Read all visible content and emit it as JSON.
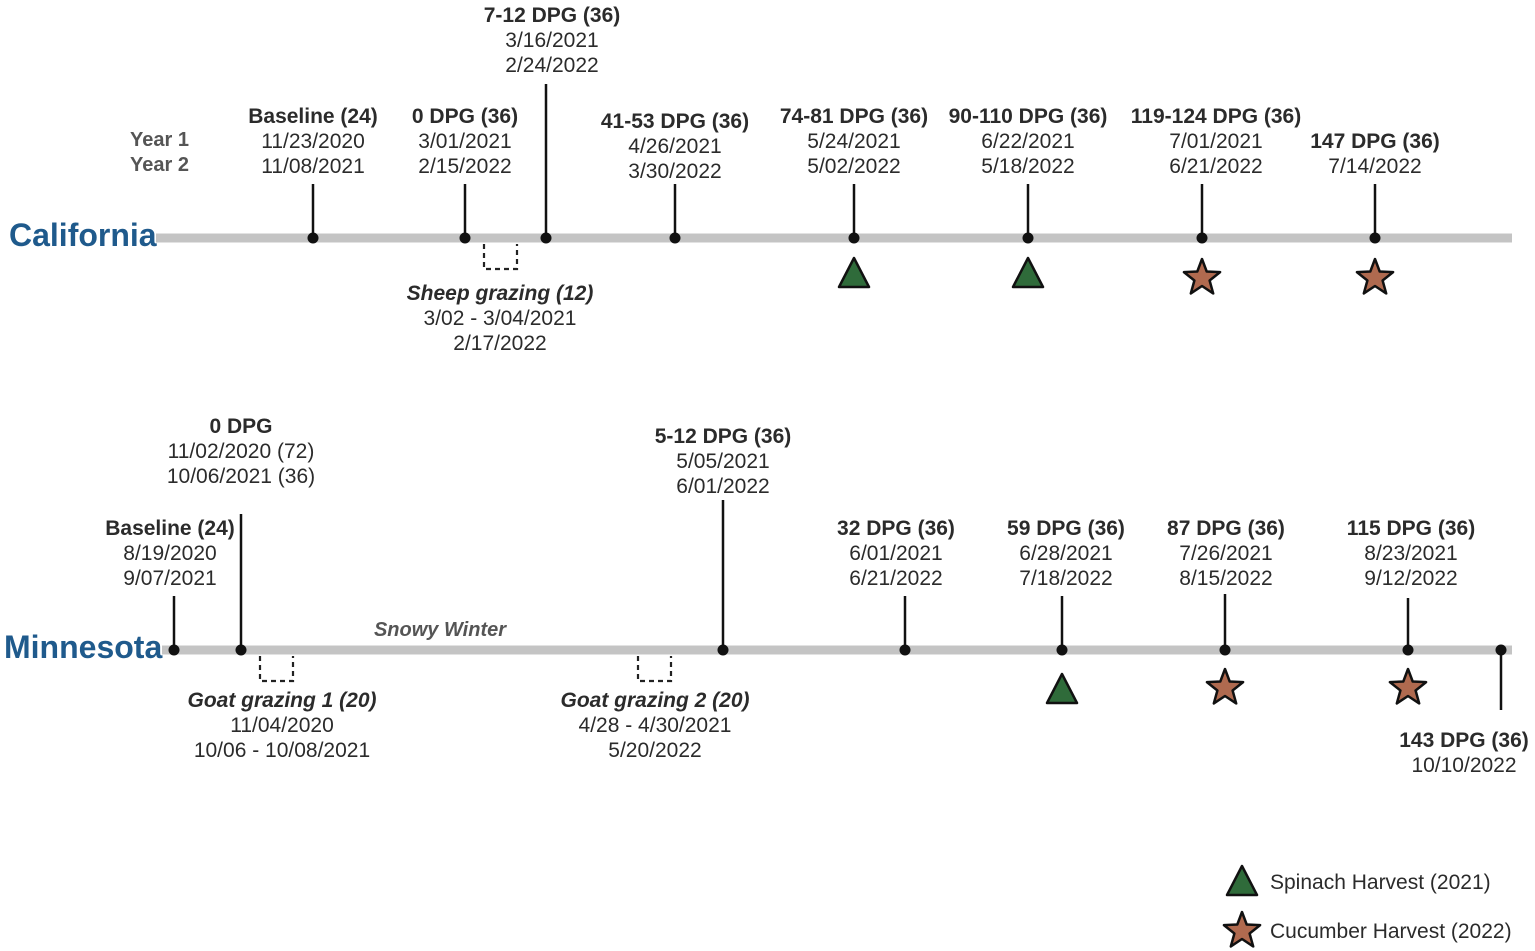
{
  "colors": {
    "axis": "#c4c4c4",
    "stem": "#111111",
    "site": "#1f5a8c",
    "spinach": "#2f6b3a",
    "cucumber": "#b06a4f",
    "text": "#2b2b2b"
  },
  "year_labels": [
    "Year 1",
    "Year 2"
  ],
  "california": {
    "name": "California",
    "events": [
      {
        "id": "ca-baseline",
        "title": "Baseline (24)",
        "dates": [
          "11/23/2020",
          "11/08/2021"
        ],
        "marker": ""
      },
      {
        "id": "ca-0dpg",
        "title": "0 DPG (36)",
        "dates": [
          "3/01/2021",
          "2/15/2022"
        ],
        "marker": ""
      },
      {
        "id": "ca-7-12dpg",
        "title": "7-12 DPG (36)",
        "dates": [
          "3/16/2021",
          "2/24/2022"
        ],
        "marker": ""
      },
      {
        "id": "ca-41-53dpg",
        "title": "41-53 DPG (36)",
        "dates": [
          "4/26/2021",
          "3/30/2022"
        ],
        "marker": ""
      },
      {
        "id": "ca-74-81dpg",
        "title": "74-81 DPG (36)",
        "dates": [
          "5/24/2021",
          "5/02/2022"
        ],
        "marker": "triangle"
      },
      {
        "id": "ca-90-110dpg",
        "title": "90-110 DPG (36)",
        "dates": [
          "6/22/2021",
          "5/18/2022"
        ],
        "marker": "triangle"
      },
      {
        "id": "ca-119-124dpg",
        "title": "119-124 DPG (36)",
        "dates": [
          "7/01/2021",
          "6/21/2022"
        ],
        "marker": "star"
      },
      {
        "id": "ca-147dpg",
        "title": "147 DPG (36)",
        "dates": [
          "7/14/2022"
        ],
        "marker": "star"
      }
    ],
    "grazing": [
      {
        "id": "ca-sheep",
        "title": "Sheep grazing (12)",
        "dates": [
          "3/02 - 3/04/2021",
          "2/17/2022"
        ]
      }
    ]
  },
  "minnesota": {
    "name": "Minnesota",
    "note": "Snowy Winter",
    "events": [
      {
        "id": "mn-baseline",
        "title": "Baseline (24)",
        "dates": [
          "8/19/2020",
          "9/07/2021"
        ],
        "marker": ""
      },
      {
        "id": "mn-0dpg",
        "title": "0 DPG",
        "dates": [
          "11/02/2020 (72)",
          "10/06/2021 (36)"
        ],
        "marker": ""
      },
      {
        "id": "mn-5-12dpg",
        "title": "5-12 DPG (36)",
        "dates": [
          "5/05/2021",
          "6/01/2022"
        ],
        "marker": ""
      },
      {
        "id": "mn-32dpg",
        "title": "32 DPG (36)",
        "dates": [
          "6/01/2021",
          "6/21/2022"
        ],
        "marker": ""
      },
      {
        "id": "mn-59dpg",
        "title": "59 DPG (36)",
        "dates": [
          "6/28/2021",
          "7/18/2022"
        ],
        "marker": "triangle"
      },
      {
        "id": "mn-87dpg",
        "title": "87 DPG (36)",
        "dates": [
          "7/26/2021",
          "8/15/2022"
        ],
        "marker": "star"
      },
      {
        "id": "mn-115dpg",
        "title": "115 DPG (36)",
        "dates": [
          "8/23/2021",
          "9/12/2022"
        ],
        "marker": "star"
      },
      {
        "id": "mn-143dpg",
        "title": "143 DPG (36)",
        "dates": [
          "10/10/2022"
        ],
        "marker": ""
      }
    ],
    "grazing": [
      {
        "id": "mn-goat1",
        "title": "Goat grazing 1 (20)",
        "dates": [
          "11/04/2020",
          "10/06 - 10/08/2021"
        ]
      },
      {
        "id": "mn-goat2",
        "title": "Goat grazing 2 (20)",
        "dates": [
          "4/28 - 4/30/2021",
          "5/20/2022"
        ]
      }
    ]
  },
  "legend": [
    {
      "marker": "triangle",
      "label": "Spinach Harvest (2021)"
    },
    {
      "marker": "star",
      "label": "Cucumber Harvest (2022)"
    }
  ]
}
